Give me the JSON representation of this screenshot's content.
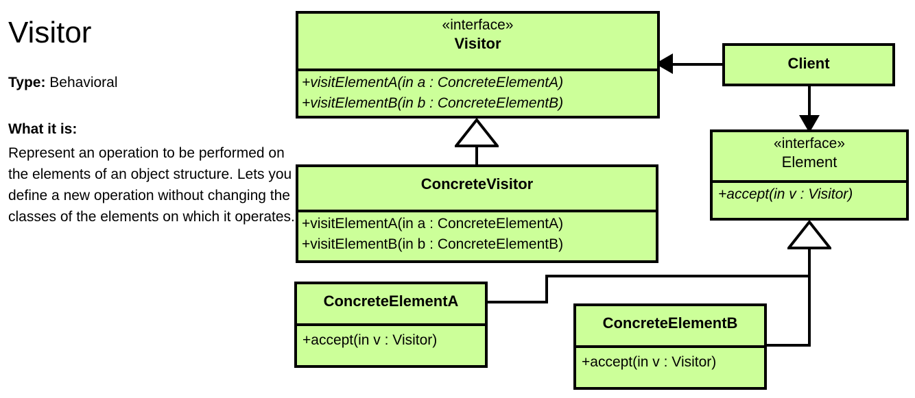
{
  "pattern": {
    "title": "Visitor",
    "type_label": "Type:",
    "type_value": "Behavioral",
    "what_label": "What it is:",
    "what_body": "Represent an operation to be performed on the elements of an object structure. Lets you define a new operation without changing the classes of the elements on which it operates."
  },
  "colors": {
    "box_fill": "#ccff99",
    "box_border": "#000000",
    "connector": "#000000",
    "text": "#000000",
    "page_background": "#ffffff"
  },
  "diagram": {
    "type": "uml-class-diagram",
    "stereotype_interface": "«interface»",
    "classes": [
      {
        "id": "visitor",
        "name": "Visitor",
        "stereotype": "«interface»",
        "name_bold": true,
        "operations": [
          {
            "text": "+visitElementA(in a : ConcreteElementA)",
            "abstract": true
          },
          {
            "text": "+visitElementB(in b : ConcreteElementB)",
            "abstract": true
          }
        ]
      },
      {
        "id": "concrete-visitor",
        "name": "ConcreteVisitor",
        "stereotype": "",
        "name_bold": true,
        "operations": [
          {
            "text": "+visitElementA(in a : ConcreteElementA)",
            "abstract": false
          },
          {
            "text": "+visitElementB(in b : ConcreteElementB)",
            "abstract": false
          }
        ]
      },
      {
        "id": "client",
        "name": "Client",
        "stereotype": "",
        "name_bold": true,
        "operations": []
      },
      {
        "id": "element",
        "name": "Element",
        "stereotype": "«interface»",
        "name_bold": false,
        "operations": [
          {
            "text": "+accept(in v : Visitor)",
            "abstract": true
          }
        ]
      },
      {
        "id": "concrete-element-a",
        "name": "ConcreteElementA",
        "stereotype": "",
        "name_bold": true,
        "operations": [
          {
            "text": "+accept(in v : Visitor)",
            "abstract": false
          }
        ]
      },
      {
        "id": "concrete-element-b",
        "name": "ConcreteElementB",
        "stereotype": "",
        "name_bold": true,
        "operations": [
          {
            "text": "+accept(in v : Visitor)",
            "abstract": false
          }
        ]
      }
    ],
    "relationships": [
      {
        "id": "client-uses-visitor",
        "from": "Client",
        "to": "Visitor",
        "kind": "association-directed",
        "arrowhead": "solid-triangle"
      },
      {
        "id": "client-uses-element",
        "from": "Client",
        "to": "Element",
        "kind": "association-directed",
        "arrowhead": "solid-triangle"
      },
      {
        "id": "concretevisitor-realizes-visitor",
        "from": "ConcreteVisitor",
        "to": "Visitor",
        "kind": "generalization",
        "arrowhead": "hollow-triangle"
      },
      {
        "id": "concreteelementa-realizes-element",
        "from": "ConcreteElementA",
        "to": "Element",
        "kind": "generalization",
        "arrowhead": "hollow-triangle"
      },
      {
        "id": "concreteelementb-realizes-element",
        "from": "ConcreteElementB",
        "to": "Element",
        "kind": "generalization",
        "arrowhead": "hollow-triangle"
      }
    ]
  }
}
